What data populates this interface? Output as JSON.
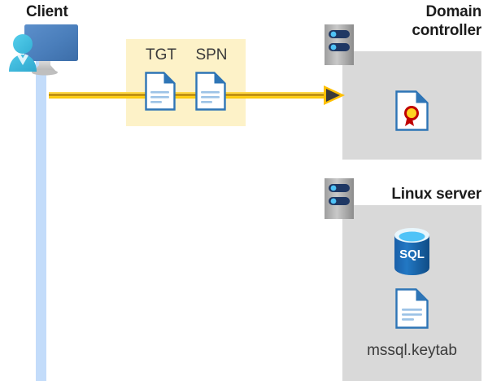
{
  "diagram": {
    "title_hidden": "",
    "colors": {
      "flow_line": "#FFC000",
      "flow_line_core": "#A8780A",
      "token_zone_bg": "#FDF2C8",
      "server_zone_bg": "#D9D9D9",
      "lifeline_blue": "#C3DCFA",
      "monitor_blue": "#4A7EBB",
      "person_blue": "#3FBFE0",
      "doc_border_blue": "#2E75B6",
      "sql_blue": "#1E6FB8",
      "cert_yellow": "#FFD320",
      "cert_red": "#C00000",
      "label_dark": "#1C1C1C",
      "caption_gray": "#3B3B3B"
    }
  },
  "nodes": {
    "client": {
      "label": "Client",
      "icon": "user-monitor-icon"
    },
    "domain_controller": {
      "label": "Domain\ncontroller",
      "label_line1": "Domain",
      "label_line2": "controller",
      "icon": "server-rack-icon",
      "contents": [
        {
          "label": "",
          "icon": "certificate-document-icon"
        }
      ]
    },
    "linux_server": {
      "label": "Linux server",
      "icon": "server-rack-icon",
      "contents": [
        {
          "label": "",
          "icon": "sql-database-icon"
        },
        {
          "label": "mssql.keytab",
          "icon": "keytab-document-icon"
        }
      ]
    }
  },
  "token_zone": {
    "documents": [
      {
        "caption": "TGT",
        "icon": "document-icon"
      },
      {
        "caption": "SPN",
        "icon": "document-icon"
      }
    ]
  },
  "flow": {
    "direction": "client-to-domain-controller",
    "arrow_icon": "arrow-right-icon"
  }
}
